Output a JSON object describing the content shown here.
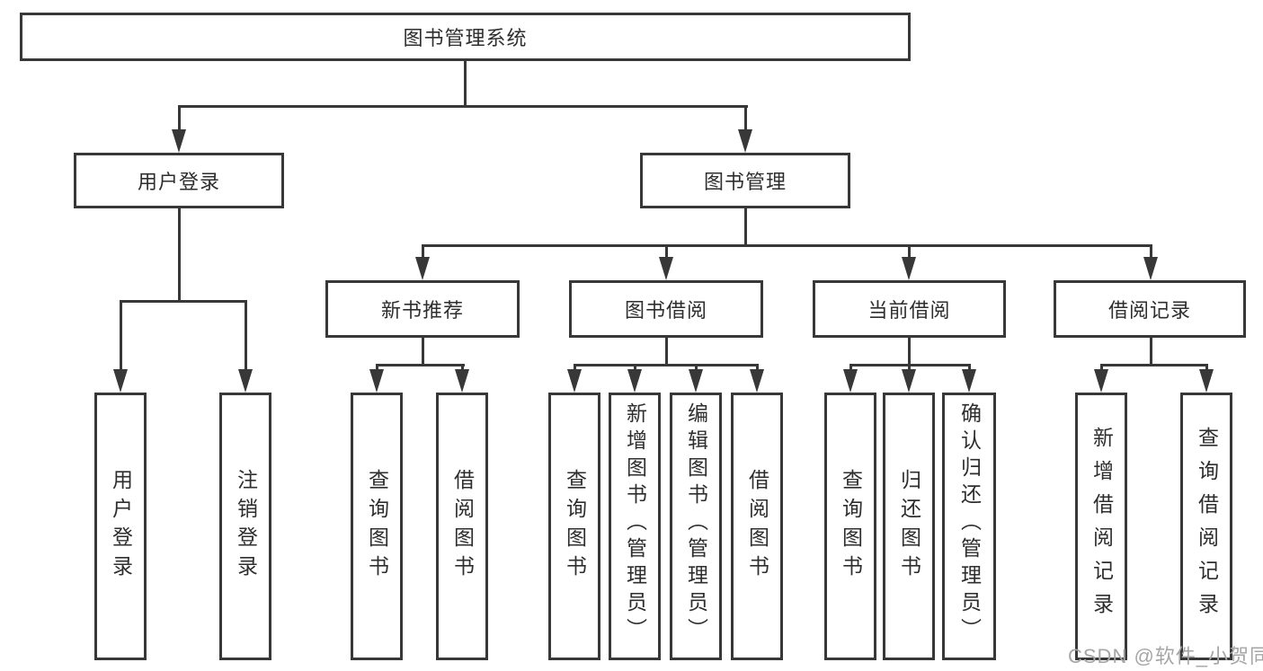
{
  "diagram": {
    "root": {
      "label": "图书管理系统"
    },
    "branches": [
      {
        "label": "用户登录",
        "children": [
          {
            "label": "用户登录"
          },
          {
            "label": "注销登录"
          }
        ]
      },
      {
        "label": "图书管理",
        "groups": [
          {
            "label": "新书推荐",
            "children": [
              {
                "label": "查询图书"
              },
              {
                "label": "借阅图书"
              }
            ]
          },
          {
            "label": "图书借阅",
            "children": [
              {
                "label": "查询图书"
              },
              {
                "label": "新增图书（管理员）"
              },
              {
                "label": "编辑图书（管理员）"
              },
              {
                "label": "借阅图书"
              }
            ]
          },
          {
            "label": "当前借阅",
            "children": [
              {
                "label": "查询图书"
              },
              {
                "label": "归还图书"
              },
              {
                "label": "确认归还（管理员）"
              }
            ]
          },
          {
            "label": "借阅记录",
            "children": [
              {
                "label": "新增借阅记录"
              },
              {
                "label": "查询借阅记录"
              }
            ]
          }
        ]
      }
    ],
    "watermark": "CSDN @软件_小贺同学"
  }
}
